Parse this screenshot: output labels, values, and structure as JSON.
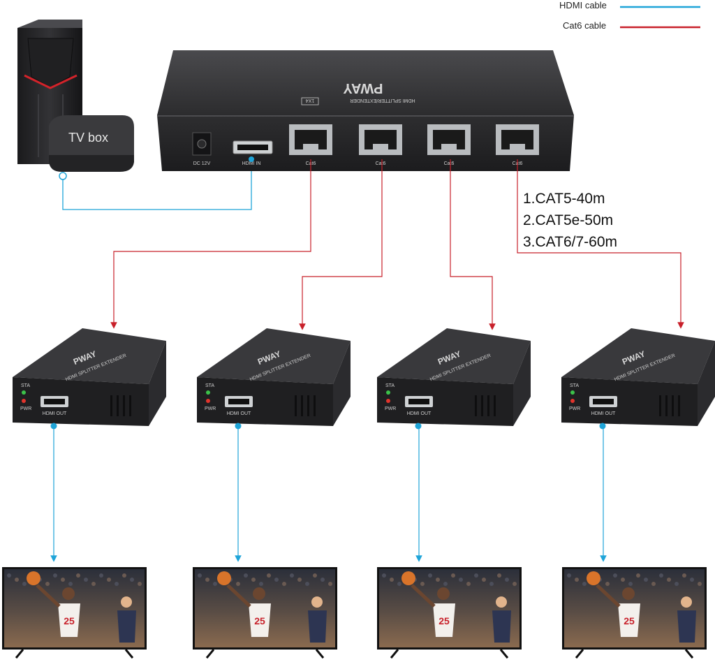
{
  "legend": {
    "hdmi_label": "HDMI cable",
    "cat6_label": "Cat6 cable",
    "hdmi_color": "#1ea4d8",
    "cat6_color": "#c8202a"
  },
  "source": {
    "tv_box_label": "TV box"
  },
  "splitter": {
    "brand": "PWAY",
    "model": "HDMI SPLITTER/EXTENDER",
    "badge": "1X4",
    "dc_label": "DC 12V",
    "hdmi_in_label": "HDMI IN",
    "port_labels": [
      "Cat6",
      "Cat6",
      "Cat6",
      "Cat6"
    ]
  },
  "cable_specs": [
    "1.CAT5-40m",
    "2.CAT5e-50m",
    "3.CAT6/7-60m"
  ],
  "receiver": {
    "brand": "PWAY",
    "model": "HDMI SPLITTER EXTENDER",
    "sta_label": "STA",
    "pwr_label": "PWR",
    "hdmi_out_label": "HDMI OUT"
  },
  "tv": {
    "jersey_number": "25"
  },
  "colors": {
    "device_dark": "#2a2a2c",
    "device_top": "#3a3a3c",
    "port_grey": "#b9bcbf",
    "led_green": "#3cc24a",
    "led_red": "#e2342c"
  }
}
